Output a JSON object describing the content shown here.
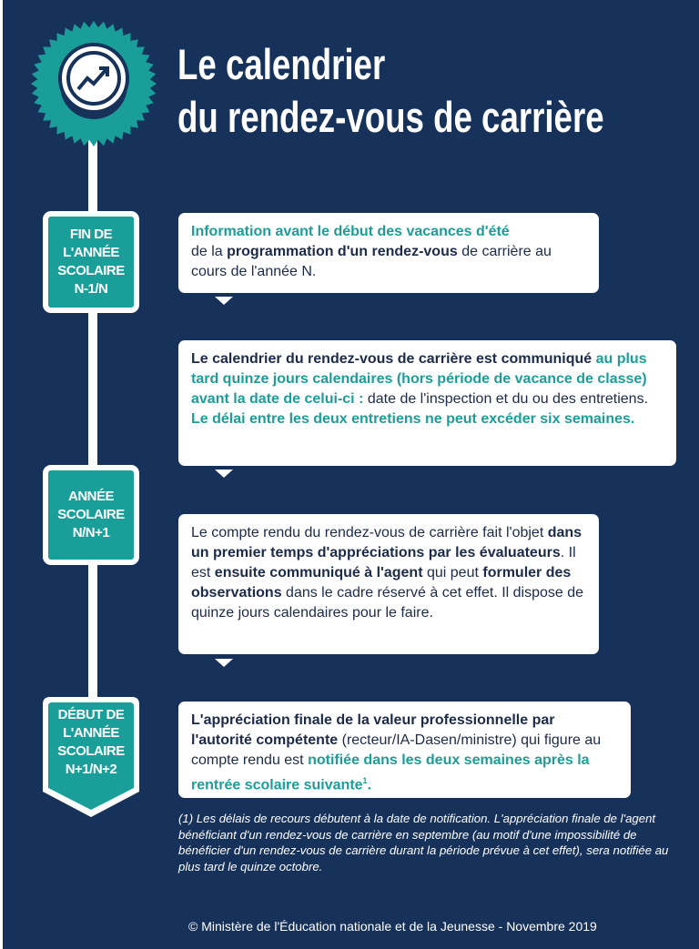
{
  "title": {
    "line1": "Le calendrier",
    "line2": "du rendez-vous de carrière"
  },
  "badge": {
    "icon": "trending-up-coin-icon"
  },
  "colors": {
    "background": "#17325a",
    "accent": "#1a9e9a",
    "text": "#1c2b4a"
  },
  "labels": [
    {
      "lines": [
        "FIN DE",
        "L'ANNÉE",
        "SCOLAIRE",
        "N-1/N"
      ]
    },
    {
      "lines": [
        "ANNÉE",
        "SCOLAIRE",
        "N/N+1"
      ]
    },
    {
      "lines": [
        "DÉBUT DE",
        "L'ANNÉE",
        "SCOLAIRE",
        "N+1/N+2"
      ]
    }
  ],
  "boxes": [
    {
      "s": [
        "Information avant le début des vacances d'été",
        "de la ",
        "programmation d'un rendez-vous",
        " de carrière au cours de l'année N."
      ]
    },
    {
      "s": [
        "Le calendrier du rendez-vous de carrière est communiqué",
        "au plus tard quinze jours calendaires (hors période de vacance de classe) avant la date de celui-ci :",
        " date de l'inspection et du ou des entretiens.",
        "Le délai entre les deux entretiens ne peut excéder six semaines."
      ]
    },
    {
      "s": [
        "Le compte rendu du rendez-vous de carrière fait l'objet ",
        "dans un premier temps d'appréciations par les évaluateurs",
        ". Il est ",
        "ensuite communiqué à l'agent",
        " qui peut ",
        "formuler des observations",
        " dans le cadre réservé à cet effet. Il dispose de quinze jours calendaires pour le faire."
      ]
    },
    {
      "s": [
        "L'appréciation finale de la valeur professionnelle par l'autorité compétente",
        " (recteur/IA-Dasen/ministre) qui figure au compte rendu est ",
        "notifiée dans les deux semaines après la rentrée scolaire suivante",
        "1",
        "."
      ]
    }
  ],
  "footnote": "(1) Les délais de recours débutent à la date de notification. L'appréciation finale de l'agent bénéficiant d'un rendez-vous de carrière en septembre (au motif d'une impossibilité de bénéficier d'un rendez-vous de carrière durant la période prévue à cet effet),  sera notifiée au plus tard le quinze octobre.",
  "copyright": "© Ministère de l'Éducation nationale et de la Jeunesse - Novembre 2019"
}
